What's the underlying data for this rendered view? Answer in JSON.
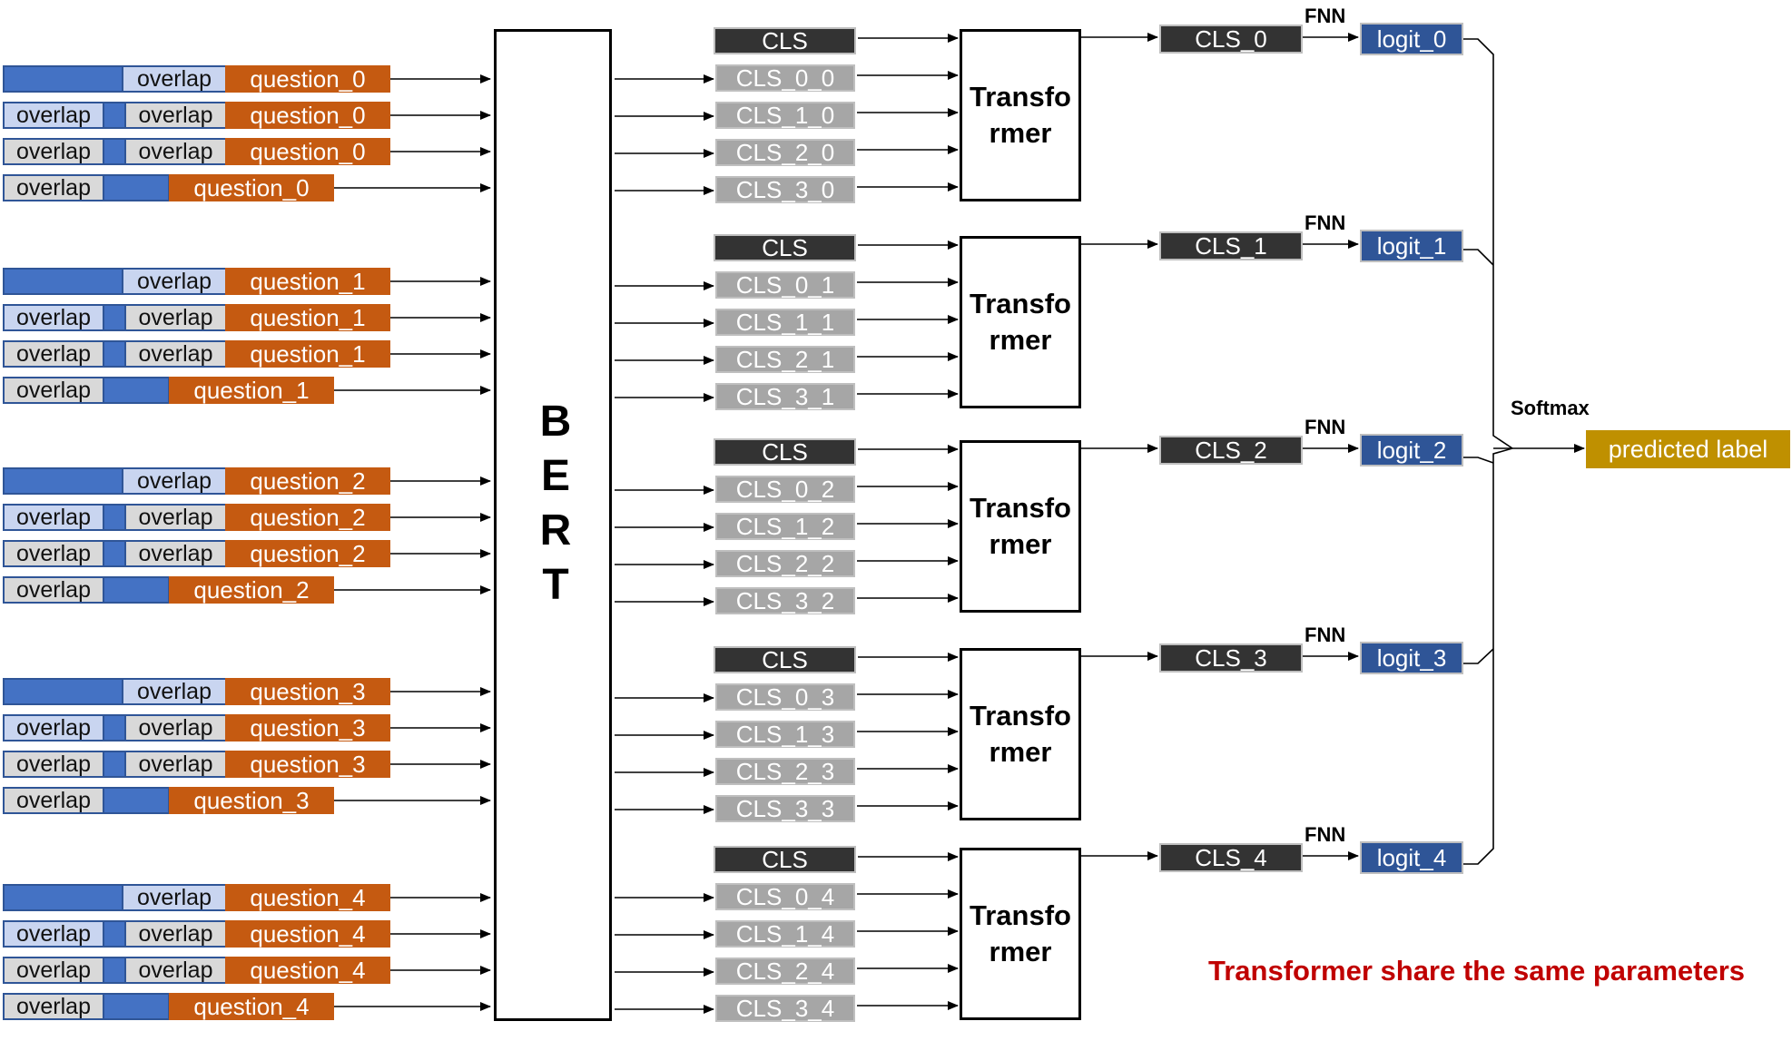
{
  "bert_label": "BERT",
  "bert_letters": [
    "B",
    "E",
    "R",
    "T"
  ],
  "input_groups": [
    {
      "question": "question_0",
      "overlap_label": "overlap",
      "rows": [
        [
          "",
          "overlap"
        ],
        [
          "overlap",
          "overlap"
        ],
        [
          "overlap",
          "overlap"
        ],
        [
          "overlap",
          ""
        ]
      ]
    },
    {
      "question": "question_1",
      "overlap_label": "overlap",
      "rows": [
        [
          "",
          "overlap"
        ],
        [
          "overlap",
          "overlap"
        ],
        [
          "overlap",
          "overlap"
        ],
        [
          "overlap",
          ""
        ]
      ]
    },
    {
      "question": "question_2",
      "overlap_label": "overlap",
      "rows": [
        [
          "",
          "overlap"
        ],
        [
          "overlap",
          "overlap"
        ],
        [
          "overlap",
          "overlap"
        ],
        [
          "overlap",
          ""
        ]
      ]
    },
    {
      "question": "question_3",
      "overlap_label": "overlap",
      "rows": [
        [
          "",
          "overlap"
        ],
        [
          "overlap",
          "overlap"
        ],
        [
          "overlap",
          "overlap"
        ],
        [
          "overlap",
          ""
        ]
      ]
    },
    {
      "question": "question_4",
      "overlap_label": "overlap",
      "rows": [
        [
          "",
          "overlap"
        ],
        [
          "overlap",
          "overlap"
        ],
        [
          "overlap",
          "overlap"
        ],
        [
          "overlap",
          ""
        ]
      ]
    }
  ],
  "cls_groups": [
    {
      "tokens": [
        "CLS",
        "CLS_0_0",
        "CLS_1_0",
        "CLS_2_0",
        "CLS_3_0"
      ],
      "transformer": [
        "Transfo",
        "rmer"
      ],
      "cls_out": "CLS_0",
      "fnn": "FNN",
      "logit": "logit_0"
    },
    {
      "tokens": [
        "CLS",
        "CLS_0_1",
        "CLS_1_1",
        "CLS_2_1",
        "CLS_3_1"
      ],
      "transformer": [
        "Transfo",
        "rmer"
      ],
      "cls_out": "CLS_1",
      "fnn": "FNN",
      "logit": "logit_1"
    },
    {
      "tokens": [
        "CLS",
        "CLS_0_2",
        "CLS_1_2",
        "CLS_2_2",
        "CLS_3_2"
      ],
      "transformer": [
        "Transfo",
        "rmer"
      ],
      "cls_out": "CLS_2",
      "fnn": "FNN",
      "logit": "logit_2"
    },
    {
      "tokens": [
        "CLS",
        "CLS_0_3",
        "CLS_1_3",
        "CLS_2_3",
        "CLS_3_3"
      ],
      "transformer": [
        "Transfo",
        "rmer"
      ],
      "cls_out": "CLS_3",
      "fnn": "FNN",
      "logit": "logit_3"
    },
    {
      "tokens": [
        "CLS",
        "CLS_0_4",
        "CLS_1_4",
        "CLS_2_4",
        "CLS_3_4"
      ],
      "transformer": [
        "Transfo",
        "rmer"
      ],
      "cls_out": "CLS_4",
      "fnn": "FNN",
      "logit": "logit_4"
    }
  ],
  "softmax_label": "Softmax",
  "predicted_label": "predicted label",
  "note": "Transformer share the same parameters",
  "colors": {
    "segment_blue": "#4472c4",
    "segment_light_blue": "#c9d5f0",
    "segment_grey": "#d9d9d9",
    "question_orange": "#c55a11",
    "cls_dark": "#333333",
    "cls_light": "#a6a6a6",
    "logit_blue": "#2f5597",
    "predicted_gold": "#bf9000",
    "note_red": "#c00000"
  }
}
